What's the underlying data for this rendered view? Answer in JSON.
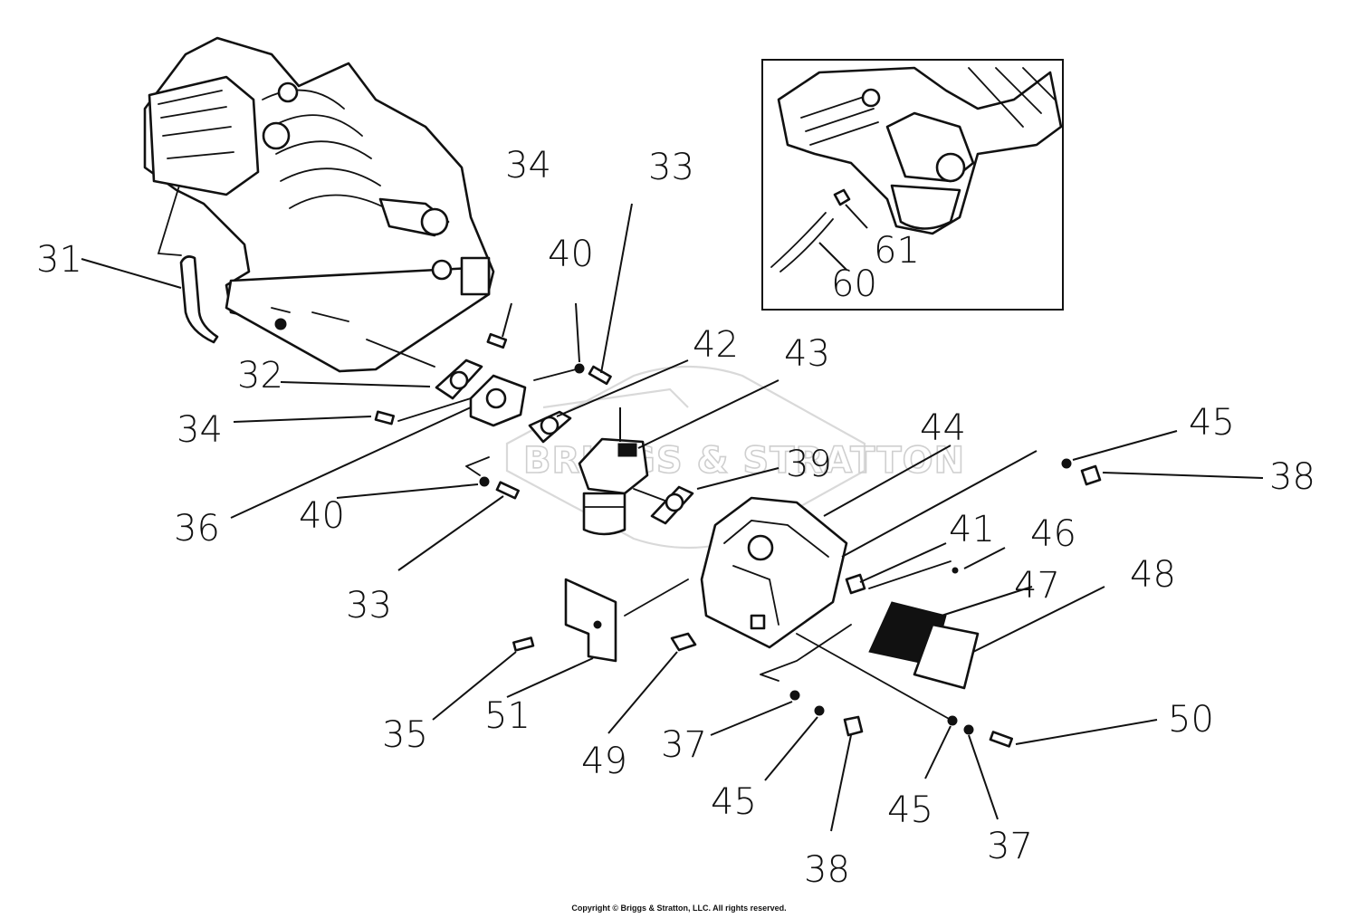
{
  "watermark": "BRIGGS & STRATTON",
  "copyright": "Copyright © Briggs & Stratton, LLC. All rights reserved.",
  "callouts": {
    "c31": "31",
    "c32": "32",
    "c33a": "33",
    "c33b": "33",
    "c34a": "34",
    "c34b": "34",
    "c35": "35",
    "c36": "36",
    "c37a": "37",
    "c37b": "37",
    "c38a": "38",
    "c38b": "38",
    "c39": "39",
    "c40a": "40",
    "c40b": "40",
    "c41": "41",
    "c42": "42",
    "c43": "43",
    "c44": "44",
    "c45a": "45",
    "c45b": "45",
    "c45c": "45",
    "c46": "46",
    "c47": "47",
    "c48": "48",
    "c49": "49",
    "c50": "50",
    "c51": "51",
    "c60": "60",
    "c61": "61"
  }
}
